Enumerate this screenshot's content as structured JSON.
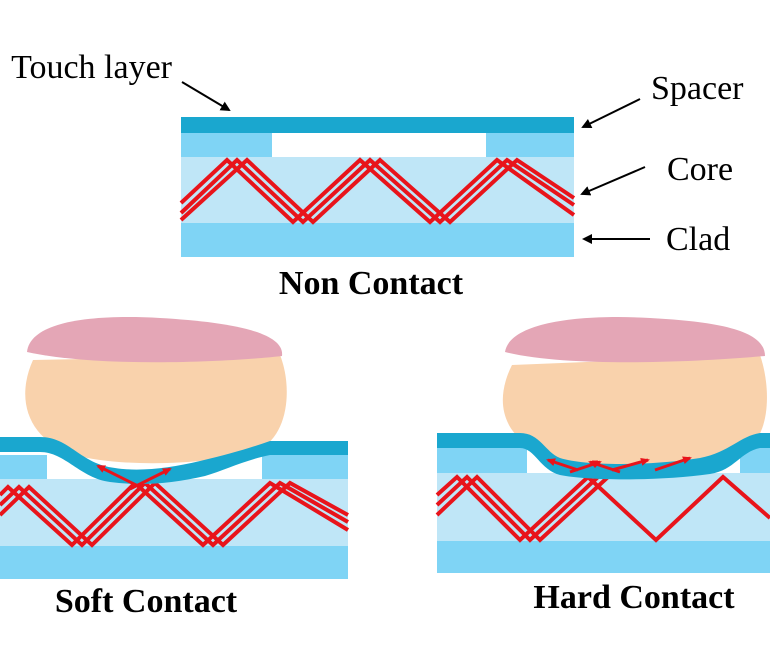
{
  "labels": {
    "touch_layer": "Touch layer",
    "spacer": "Spacer",
    "core": "Core",
    "clad": "Clad"
  },
  "captions": {
    "non_contact": "Non Contact",
    "soft_contact": "Soft Contact",
    "hard_contact": "Hard Contact"
  },
  "colors": {
    "touch_layer": "#1aa7cf",
    "spacer": "#7fd4f5",
    "core": "#bfe6f7",
    "clad": "#7fd4f5",
    "light_ray": "#e8141b",
    "finger_tissue": "#f9d2ac",
    "fingernail": "#e4a6b6"
  }
}
